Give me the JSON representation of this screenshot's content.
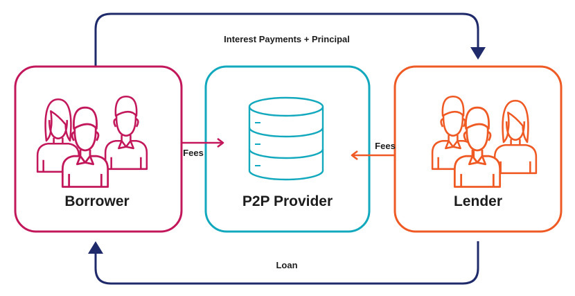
{
  "nodes": {
    "borrower": {
      "label": "Borrower",
      "color": "#c2185b",
      "icon": "people-group-icon"
    },
    "provider": {
      "label": "P2P Provider",
      "color": "#12a8bd",
      "icon": "database-icon"
    },
    "lender": {
      "label": "Lender",
      "color": "#ef5a24",
      "icon": "people-group-icon"
    }
  },
  "flows": {
    "top": {
      "label": "Interest Payments + Principal",
      "color": "#1f2a6b"
    },
    "bottom": {
      "label": "Loan",
      "color": "#1f2a6b"
    },
    "borrower_fees": {
      "label": "Fees",
      "color": "#c2185b"
    },
    "lender_fees": {
      "label": "Fees",
      "color": "#ef5a24"
    }
  }
}
